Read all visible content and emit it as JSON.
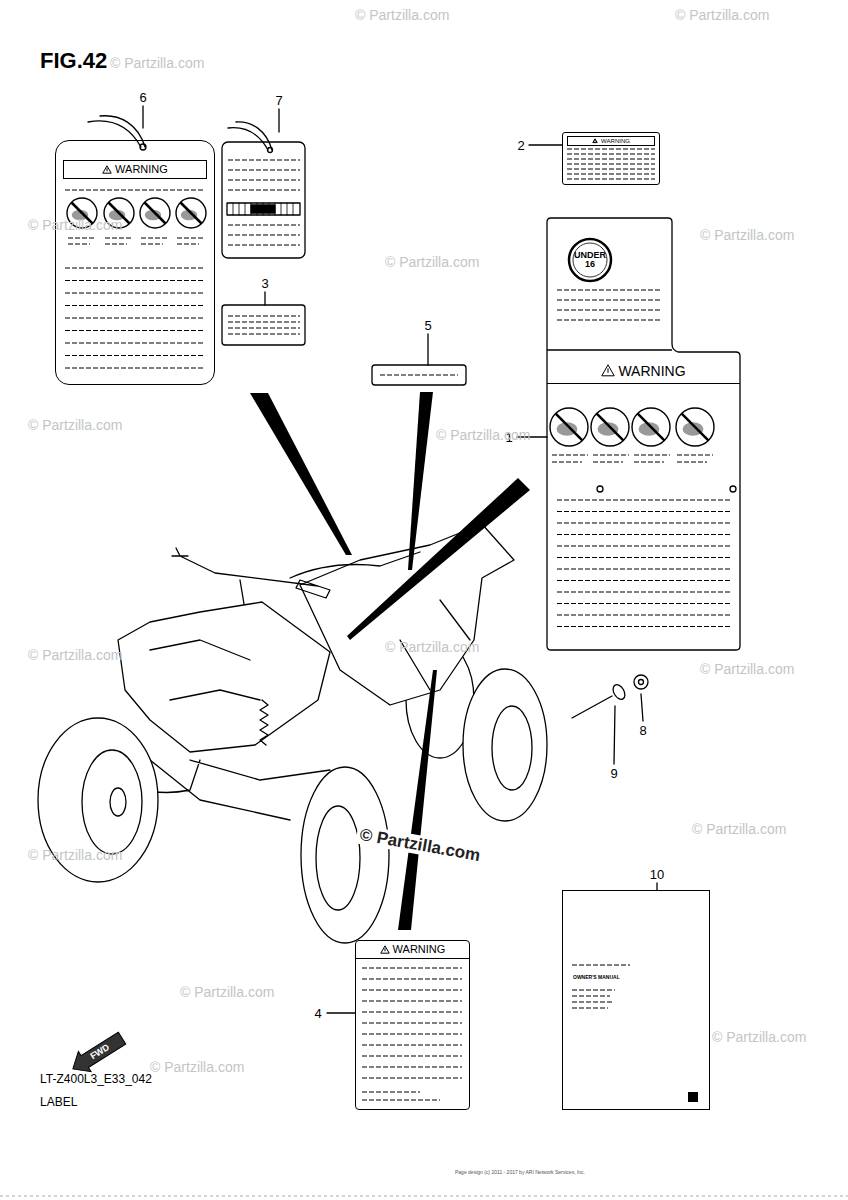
{
  "diagram": {
    "title": "FIG.42",
    "nodes": [
      {
        "text": [
          "WARNING"
        ]
      },
      {
        "text": [
          "WARNING"
        ]
      },
      {
        "text": [
          "UNDER 16",
          "WARNING"
        ]
      },
      {
        "text": [
          "WARNING"
        ]
      },
      {
        "text": [
          "OWNER'S MANUAL"
        ]
      }
    ],
    "labels": [
      "6",
      "7",
      "2",
      "3",
      "5",
      "1",
      "9",
      "8",
      "10",
      "4",
      "FWD",
      "LT-Z400L3_E33_042",
      "LABEL",
      "© Partzilla.com",
      "© Partzilla.com",
      "© Partzilla.com",
      "© Partzilla.com",
      "© Partzilla.com",
      "© Partzilla.com",
      "© Partzilla.com",
      "© Partzilla.com",
      "© Partzilla.com",
      "© Partzilla.com",
      "© Partzilla.com",
      "© Partzilla.com",
      "© Partzilla.com",
      "© Partzilla.com",
      "© Partzilla.com",
      "© Partzilla.com",
      "© Partzilla.com",
      "Page design (c) 2011 - 2017 by ARI Network Services, Inc."
    ]
  }
}
